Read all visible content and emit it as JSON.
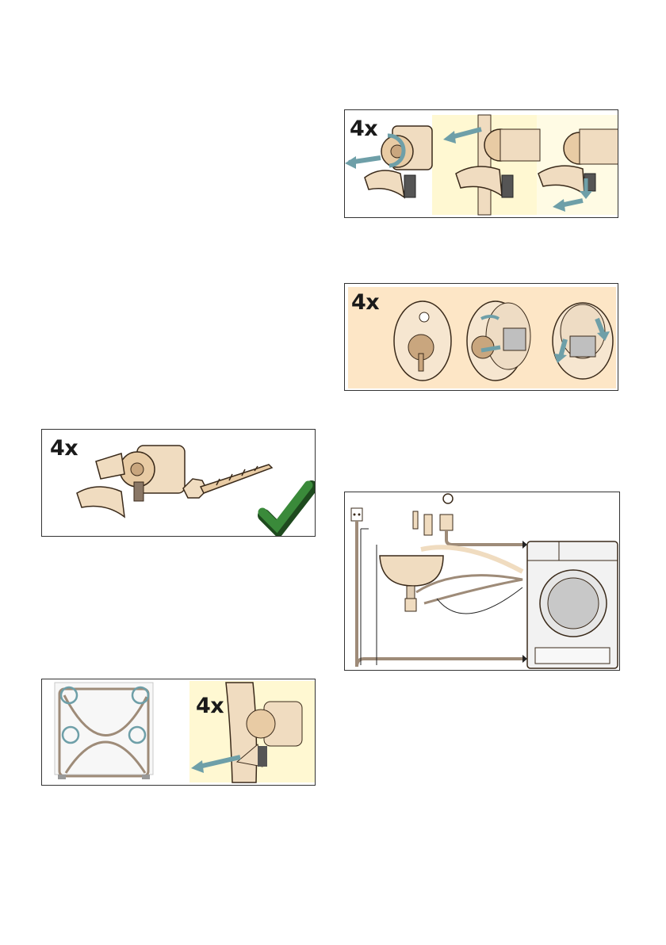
{
  "panels": {
    "remove_bolts": {
      "quantity": "4x"
    },
    "cover_caps": {
      "quantity": "4x"
    },
    "keep_bolts": {
      "quantity": "4x"
    },
    "hose_release": {
      "quantity": "4x"
    },
    "hose_layout": {}
  },
  "colors": {
    "panel_border": "#333333",
    "part_beige": "#f0dcc0",
    "part_outline": "#3a2a1a",
    "arrow_teal": "#6e9fa8",
    "highlight_yellow": "#fff8d2",
    "highlight_peach": "#fde6c6",
    "checkmark_green": "#3a8a3a"
  },
  "icons": [
    "transport-bolt-icon",
    "wood-screw-icon",
    "checkmark-icon",
    "cover-cap-icon",
    "plug-socket-icon",
    "tap-icon",
    "sink-icon",
    "washing-machine-icon"
  ]
}
